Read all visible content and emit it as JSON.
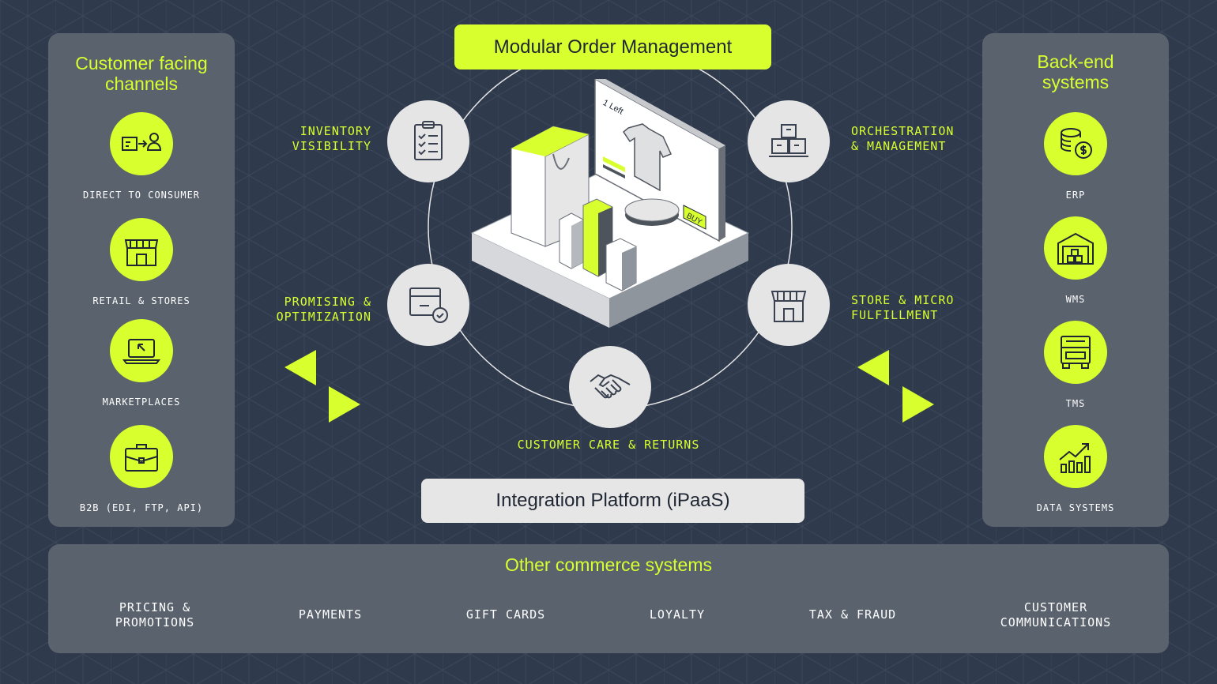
{
  "top_title": "Modular Order Management",
  "bottom_title": "Integration Platform (iPaaS)",
  "left_panel": {
    "title_lines": [
      "Customer facing",
      "channels"
    ],
    "items": [
      {
        "label": "DIRECT TO CONSUMER",
        "icon": "box-to-person-icon"
      },
      {
        "label": "RETAIL & STORES",
        "icon": "storefront-icon"
      },
      {
        "label": "MARKETPLACES",
        "icon": "laptop-cursor-icon"
      },
      {
        "label": "B2B (EDI, FTP, API)",
        "icon": "briefcase-icon"
      }
    ]
  },
  "right_panel": {
    "title_lines": [
      "Back-end",
      "systems"
    ],
    "items": [
      {
        "label": "ERP",
        "icon": "coins-dollar-icon"
      },
      {
        "label": "WMS",
        "icon": "warehouse-icon"
      },
      {
        "label": "TMS",
        "icon": "truck-icon"
      },
      {
        "label": "DATA SYSTEMS",
        "icon": "growth-chart-icon"
      }
    ]
  },
  "capabilities": [
    {
      "lines": [
        "INVENTORY",
        "VISIBILITY"
      ],
      "icon": "clipboard-checklist-icon"
    },
    {
      "lines": [
        "ORCHESTRATION",
        "& MANAGEMENT"
      ],
      "icon": "stacked-boxes-icon"
    },
    {
      "lines": [
        "PROMISING &",
        "OPTIMIZATION"
      ],
      "icon": "box-check-icon"
    },
    {
      "lines": [
        "STORE & MICRO",
        "FULFILLMENT"
      ],
      "icon": "storefront-icon"
    },
    {
      "lines": [
        "CUSTOMER CARE & RETURNS"
      ],
      "icon": "handshake-icon"
    }
  ],
  "illustration": {
    "screen_text": "1 Left",
    "buy_label": "BUY"
  },
  "other_systems": {
    "title": "Other commerce systems",
    "items": [
      {
        "lines": [
          "PRICING &",
          "PROMOTIONS"
        ]
      },
      {
        "lines": [
          "PAYMENTS"
        ]
      },
      {
        "lines": [
          "GIFT CARDS"
        ]
      },
      {
        "lines": [
          "LOYALTY"
        ]
      },
      {
        "lines": [
          "TAX & FRAUD"
        ]
      },
      {
        "lines": [
          "CUSTOMER",
          "COMMUNICATIONS"
        ]
      }
    ]
  },
  "colors": {
    "background": "#2f3a4d",
    "accent": "#d8ff2e",
    "panel": "#5a626d",
    "light": "#e5e5e5"
  }
}
